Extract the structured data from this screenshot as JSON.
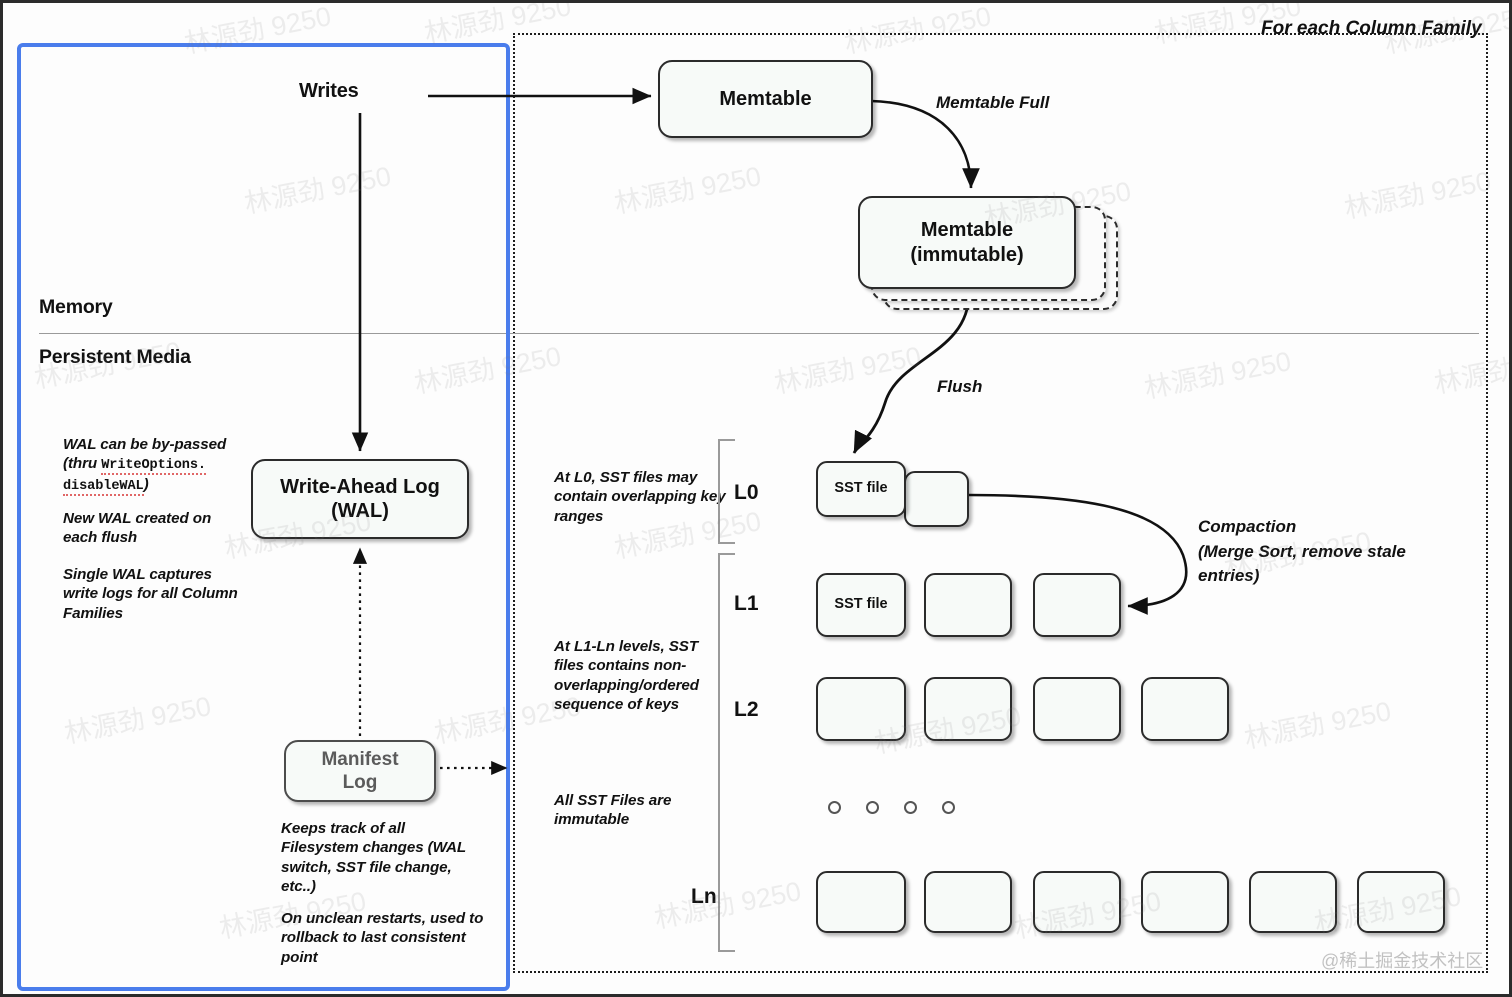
{
  "diagram": {
    "title_label": "For each Column Family",
    "sections": {
      "memory": "Memory",
      "persistent": "Persistent Media"
    },
    "nodes": {
      "writes": "Writes",
      "memtable": "Memtable",
      "memtable_immutable_line1": "Memtable",
      "memtable_immutable_line2": "(immutable)",
      "wal_line1": "Write-Ahead Log",
      "wal_line2": "(WAL)",
      "manifest_line1": "Manifest",
      "manifest_line2": "Log",
      "sst_file": "SST file"
    },
    "edge_labels": {
      "memtable_full": "Memtable Full",
      "flush": "Flush",
      "compaction_line1": "Compaction",
      "compaction_line2": "(Merge Sort, remove stale",
      "compaction_line3": "entries)"
    },
    "levels": {
      "l0": "L0",
      "l1": "L1",
      "l2": "L2",
      "ln": "Ln"
    },
    "notes": {
      "wal_bypass_a": "WAL can be by-passed",
      "wal_bypass_b_pre": "(thru ",
      "wal_bypass_b_code": "WriteOptions.",
      "wal_bypass_c_code": "disableWAL",
      "wal_bypass_c_post": ")",
      "wal_new_flush": "New WAL created on each flush",
      "wal_single": "Single WAL captures write logs for all Column Families",
      "manifest_tracks": "Keeps track of all Filesystem changes (WAL switch, SST file change, etc..)",
      "manifest_rollback": "On unclean restarts, used to rollback to last consistent point",
      "l0_overlap": "At L0, SST files may contain overlapping key ranges",
      "l1ln_order": "At L1-Ln levels, SST files contains non-overlapping/ordered sequence of keys",
      "immutable": "All SST Files are immutable"
    },
    "watermark": {
      "text": "林源劲 9250",
      "corner": "@稀土掘金技术社区"
    },
    "colors": {
      "accent_blue": "#4a7dec",
      "node_fill": "#f7faf8",
      "stroke": "#2b2b2b"
    }
  }
}
